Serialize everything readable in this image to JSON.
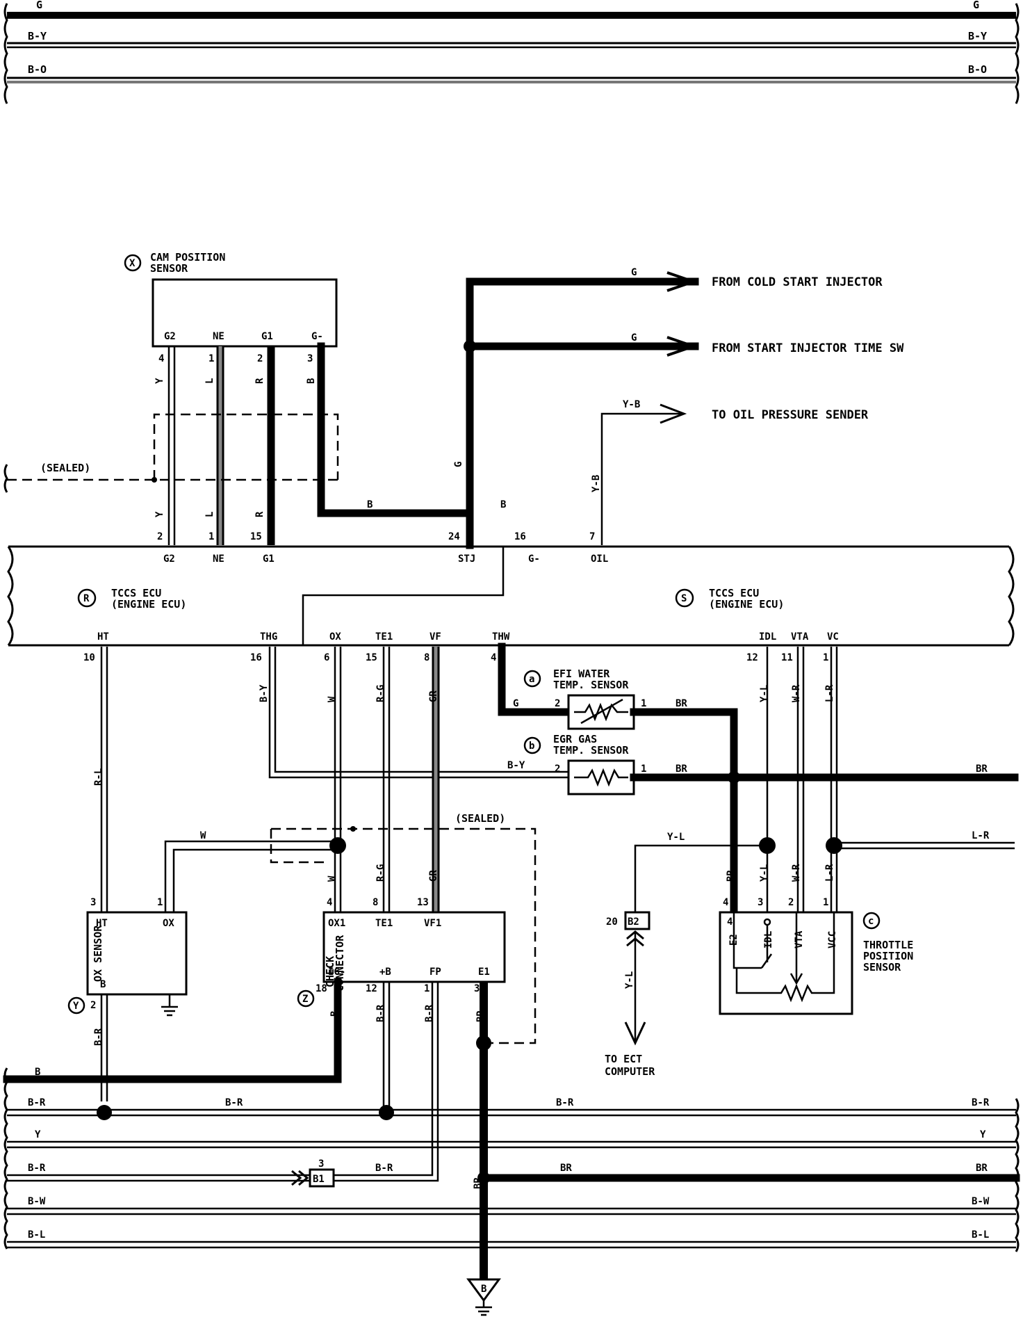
{
  "buses_top": [
    {
      "left": "G",
      "right": "G"
    },
    {
      "left": "B-Y",
      "right": "B-Y"
    },
    {
      "left": "B-O",
      "right": "B-O"
    }
  ],
  "buses_bottom": [
    {
      "left": "B",
      "right": ""
    },
    {
      "left": "B-R",
      "mid1": "B-R",
      "mid2": "B-R",
      "right": "B-R"
    },
    {
      "left": "",
      "mid1": "Y",
      "right": "Y"
    },
    {
      "left": "B-R",
      "mid1": "B-R",
      "mid2": "BR",
      "right": "BR",
      "vert": "BR"
    },
    {
      "left": "B-W",
      "right": "B-W"
    },
    {
      "left": "B-L",
      "right": "B-L"
    }
  ],
  "cam_sensor": {
    "marker": "X",
    "title1": "CAM POSITION",
    "title2": "SENSOR",
    "pins": [
      {
        "name": "G2",
        "num": "4",
        "wire": "Y",
        "ecu_num": "2",
        "ecu_name": "G2"
      },
      {
        "name": "NE",
        "num": "1",
        "wire": "L",
        "ecu_num": "1",
        "ecu_name": "NE"
      },
      {
        "name": "G1",
        "num": "2",
        "wire": "R",
        "ecu_num": "15",
        "ecu_name": "G1"
      },
      {
        "name": "G-",
        "num": "3",
        "wire": "B",
        "ecu_num": "16",
        "ecu_name": "G-"
      }
    ]
  },
  "sealed_label": "(SEALED)",
  "sealed_label2": "(SEALED)",
  "cold_start": {
    "wire": "G",
    "label": "FROM COLD START INJECTOR"
  },
  "start_time": {
    "wire": "G",
    "label": "FROM START INJECTOR TIME SW"
  },
  "oil": {
    "wire": "Y-B",
    "label": "TO OIL PRESSURE SENDER",
    "pin": "7",
    "ecu_name": "OIL"
  },
  "stj": {
    "wire": "G",
    "pin": "24",
    "ecu_name": "STJ"
  },
  "b_wire_label": "B",
  "ecu_r": {
    "marker": "R",
    "line1": "TCCS ECU",
    "line2": "(ENGINE ECU)"
  },
  "ecu_s": {
    "marker": "S",
    "line1": "TCCS ECU",
    "line2": "(ENGINE ECU)"
  },
  "ecu_bottom_pins": [
    {
      "name": "HT",
      "num": "10",
      "wire": "R-L"
    },
    {
      "name": "THG",
      "num": "16",
      "wire": "B-Y"
    },
    {
      "name": "OX",
      "num": "6",
      "wire": "W"
    },
    {
      "name": "TE1",
      "num": "15",
      "wire": "R-G"
    },
    {
      "name": "VF",
      "num": "8",
      "wire": "GR"
    },
    {
      "name": "THW",
      "num": "4",
      "wire": "G"
    },
    {
      "name": "IDL",
      "num": "12",
      "wire": "Y-L"
    },
    {
      "name": "VTA",
      "num": "11",
      "wire": "W-R"
    },
    {
      "name": "VC",
      "num": "1",
      "wire": "L-R"
    }
  ],
  "water_sensor": {
    "marker": "a",
    "line1": "EFI WATER",
    "line2": "TEMP. SENSOR",
    "pin_in": "2",
    "pin_out": "1",
    "wire_in": "G",
    "wire_out": "BR"
  },
  "egr_sensor": {
    "marker": "b",
    "line1": "EGR GAS",
    "line2": "TEMP. SENSOR",
    "pin_in": "2",
    "pin_out": "1",
    "wire_in": "B-Y",
    "wire_out": "BR"
  },
  "br_right": "BR",
  "lr_right": "L-R",
  "yl_ect": {
    "wire": "Y-L",
    "conn": "B2",
    "pin": "20",
    "down_wire": "Y-L",
    "line1": "TO ECT",
    "line2": "COMPUTER"
  },
  "ox_sensor": {
    "marker": "Y",
    "title": "OX SENSOR",
    "pins": [
      "HT",
      "OX",
      "B"
    ],
    "nums": [
      "3",
      "1",
      "2"
    ],
    "wire_ox": "W",
    "wire_b": "B-R"
  },
  "check_connector": {
    "marker": "Z",
    "title1": "CHECK",
    "title2": "CONNECTOR",
    "top_pins": [
      "OX1",
      "TE1",
      "VF1"
    ],
    "top_nums": [
      "4",
      "8",
      "13"
    ],
    "top_wires": [
      "W",
      "R-G",
      "GR"
    ],
    "bot_pins": [
      "IG-",
      "+B",
      "FP",
      "E1"
    ],
    "bot_nums": [
      "18",
      "12",
      "1",
      "3"
    ],
    "bot_wires": [
      "B",
      "B-R",
      "B-R",
      "BR"
    ]
  },
  "throttle": {
    "marker": "c",
    "line1": "THROTTLE",
    "line2": "POSITION",
    "line3": "SENSOR",
    "pins": [
      "E2",
      "IDL",
      "VTA",
      "VCC"
    ],
    "nums": [
      "4",
      "3",
      "2",
      "1"
    ],
    "wires": [
      "BR",
      "Y-L",
      "W-R",
      "L-R"
    ]
  },
  "b1": {
    "conn": "B1",
    "pin": "3"
  },
  "ground": {
    "label": "B"
  }
}
